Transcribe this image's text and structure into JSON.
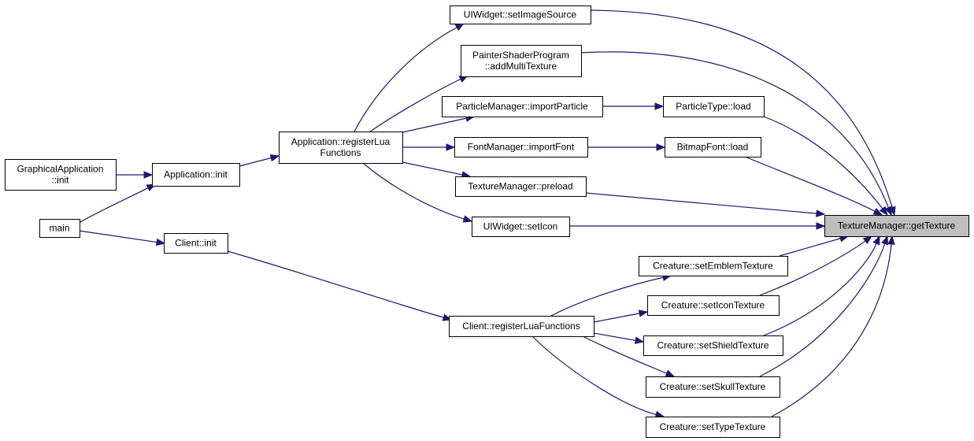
{
  "diagram": {
    "type": "call-graph",
    "nodes": [
      {
        "id": "graphical_app_init",
        "lines": [
          "GraphicalApplication",
          "::init"
        ]
      },
      {
        "id": "main",
        "lines": [
          "main"
        ]
      },
      {
        "id": "app_init",
        "lines": [
          "Application::init"
        ]
      },
      {
        "id": "client_init",
        "lines": [
          "Client::init"
        ]
      },
      {
        "id": "app_register_lua",
        "lines": [
          "Application::registerLua",
          "Functions"
        ]
      },
      {
        "id": "client_register_lua",
        "lines": [
          "Client::registerLuaFunctions"
        ]
      },
      {
        "id": "uiwidget_set_image_source",
        "lines": [
          "UIWidget::setImageSource"
        ]
      },
      {
        "id": "painter_add_multi_texture",
        "lines": [
          "PainterShaderProgram",
          "::addMultiTexture"
        ]
      },
      {
        "id": "particle_manager_import",
        "lines": [
          "ParticleManager::importParticle"
        ]
      },
      {
        "id": "font_manager_import",
        "lines": [
          "FontManager::importFont"
        ]
      },
      {
        "id": "texture_manager_preload",
        "lines": [
          "TextureManager::preload"
        ]
      },
      {
        "id": "uiwidget_set_icon",
        "lines": [
          "UIWidget::setIcon"
        ]
      },
      {
        "id": "particle_type_load",
        "lines": [
          "ParticleType::load"
        ]
      },
      {
        "id": "bitmap_font_load",
        "lines": [
          "BitmapFont::load"
        ]
      },
      {
        "id": "creature_set_emblem",
        "lines": [
          "Creature::setEmblemTexture"
        ]
      },
      {
        "id": "creature_set_icon",
        "lines": [
          "Creature::setIconTexture"
        ]
      },
      {
        "id": "creature_set_shield",
        "lines": [
          "Creature::setShieldTexture"
        ]
      },
      {
        "id": "creature_set_skull",
        "lines": [
          "Creature::setSkullTexture"
        ]
      },
      {
        "id": "creature_set_type",
        "lines": [
          "Creature::setTypeTexture"
        ]
      },
      {
        "id": "texture_manager_get_texture",
        "lines": [
          "TextureManager::getTexture"
        ],
        "highlighted": true
      }
    ],
    "edges": [
      {
        "from": "main",
        "to": "app_init"
      },
      {
        "from": "main",
        "to": "client_init"
      },
      {
        "from": "graphical_app_init",
        "to": "app_init"
      },
      {
        "from": "app_init",
        "to": "app_register_lua"
      },
      {
        "from": "client_init",
        "to": "client_register_lua"
      },
      {
        "from": "app_register_lua",
        "to": "uiwidget_set_image_source"
      },
      {
        "from": "app_register_lua",
        "to": "painter_add_multi_texture"
      },
      {
        "from": "app_register_lua",
        "to": "particle_manager_import"
      },
      {
        "from": "app_register_lua",
        "to": "font_manager_import"
      },
      {
        "from": "app_register_lua",
        "to": "texture_manager_preload"
      },
      {
        "from": "app_register_lua",
        "to": "uiwidget_set_icon"
      },
      {
        "from": "particle_manager_import",
        "to": "particle_type_load"
      },
      {
        "from": "font_manager_import",
        "to": "bitmap_font_load"
      },
      {
        "from": "client_register_lua",
        "to": "creature_set_emblem"
      },
      {
        "from": "client_register_lua",
        "to": "creature_set_icon"
      },
      {
        "from": "client_register_lua",
        "to": "creature_set_shield"
      },
      {
        "from": "client_register_lua",
        "to": "creature_set_skull"
      },
      {
        "from": "client_register_lua",
        "to": "creature_set_type"
      },
      {
        "from": "uiwidget_set_image_source",
        "to": "texture_manager_get_texture"
      },
      {
        "from": "painter_add_multi_texture",
        "to": "texture_manager_get_texture"
      },
      {
        "from": "particle_type_load",
        "to": "texture_manager_get_texture"
      },
      {
        "from": "bitmap_font_load",
        "to": "texture_manager_get_texture"
      },
      {
        "from": "texture_manager_preload",
        "to": "texture_manager_get_texture"
      },
      {
        "from": "uiwidget_set_icon",
        "to": "texture_manager_get_texture"
      },
      {
        "from": "creature_set_emblem",
        "to": "texture_manager_get_texture"
      },
      {
        "from": "creature_set_icon",
        "to": "texture_manager_get_texture"
      },
      {
        "from": "creature_set_shield",
        "to": "texture_manager_get_texture"
      },
      {
        "from": "creature_set_skull",
        "to": "texture_manager_get_texture"
      },
      {
        "from": "creature_set_type",
        "to": "texture_manager_get_texture"
      }
    ]
  },
  "colors": {
    "edge": "#191970",
    "node_border": "#000000",
    "node_fill": "#ffffff",
    "highlight_fill": "#bfbfbf"
  }
}
